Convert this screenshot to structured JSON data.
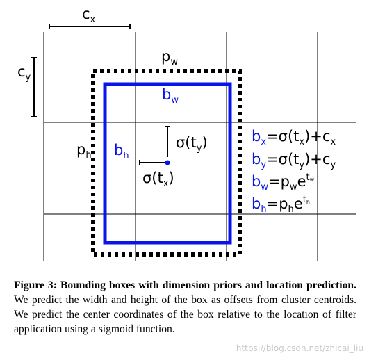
{
  "diagram": {
    "grid_color": "#000000",
    "prior_color": "#000000",
    "box_color": "#0a14e6",
    "labels": {
      "cx": "c",
      "cx_sub": "x",
      "cy": "c",
      "cy_sub": "y",
      "pw": "p",
      "pw_sub": "w",
      "ph": "p",
      "ph_sub": "h",
      "bw": "b",
      "bw_sub": "w",
      "bh": "b",
      "bh_sub": "h",
      "sigma_ty": "σ(t",
      "sigma_ty_sub": "y",
      "sigma_ty_close": ")",
      "sigma_tx": "σ(t",
      "sigma_tx_sub": "x",
      "sigma_tx_close": ")"
    },
    "equations": [
      {
        "lhs": "b",
        "lhs_sub": "x",
        "rhs": "=σ(t",
        "rhs_sub": "x",
        "tail": ")+c",
        "tail_sub": "x"
      },
      {
        "lhs": "b",
        "lhs_sub": "y",
        "rhs": "=σ(t",
        "rhs_sub": "y",
        "tail": ")+c",
        "tail_sub": "y"
      },
      {
        "lhs": "b",
        "lhs_sub": "w",
        "rhs": "=p",
        "rhs_sub": "w",
        "tail": "e",
        "tail_sup": "t",
        "tail_sup_sub": "w"
      },
      {
        "lhs": "b",
        "lhs_sub": "h",
        "rhs": "=p",
        "rhs_sub": "h",
        "tail": "e",
        "tail_sup": "t",
        "tail_sup_sub": "h"
      }
    ]
  },
  "caption": {
    "label": "Figure 3:",
    "bold_text": "Bounding boxes with dimension priors and location prediction.",
    "body": "We predict the width and height of the box as offsets from cluster centroids. We predict the center coordinates of the box relative to the location of filter application using a sigmoid function."
  },
  "watermark": "https://blog.csdn.net/zhicai_liu"
}
